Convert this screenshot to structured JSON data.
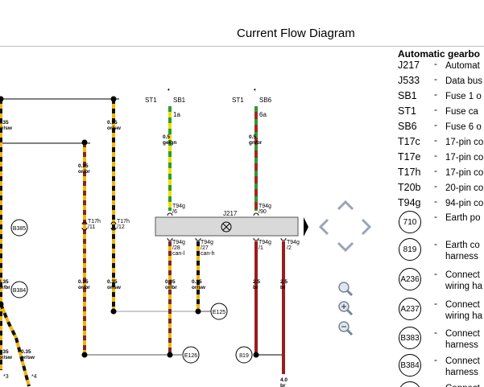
{
  "title": "Current Flow Diagram",
  "diagram": {
    "wires": [
      {
        "size": "0.35",
        "color": "or/sw"
      },
      {
        "size": "0.35",
        "color": "or/br"
      },
      {
        "size": "0.35",
        "color": "or/sw"
      },
      {
        "size": "0.35",
        "color": "or/br"
      },
      {
        "size": "0.35",
        "color": "or/sw"
      },
      {
        "size": "0.5",
        "color": "ge/gn"
      },
      {
        "size": "0.5",
        "color": "gn/br"
      },
      {
        "size": "0.35",
        "color": "or/br"
      },
      {
        "size": "0.35",
        "color": "or/sw"
      },
      {
        "size": "2.5",
        "color": "br"
      },
      {
        "size": "2.5",
        "color": "br"
      },
      {
        "size": "0.35",
        "color": "or/br"
      },
      {
        "size": "0.35",
        "color": "or/sw"
      },
      {
        "size": "0.35",
        "color": "or/sw"
      },
      {
        "size": "4.0",
        "color": "br"
      }
    ],
    "pins": [
      {
        "connector": "T17h",
        "pin": "/11"
      },
      {
        "connector": "T17h",
        "pin": "/12"
      },
      {
        "connector": "T94g",
        "pin": "/6"
      },
      {
        "connector": "T94g",
        "pin": "/90"
      },
      {
        "connector": "T94g",
        "pin": "/28",
        "signal": "can-l"
      },
      {
        "connector": "T94g",
        "pin": "/27",
        "signal": "can-h"
      },
      {
        "connector": "T94g",
        "pin": "/1"
      },
      {
        "connector": "T94g",
        "pin": "/2"
      }
    ],
    "fuses": [
      {
        "st": "ST1",
        "sb": "SB1",
        "terminal": "1a"
      },
      {
        "st": "ST1",
        "sb": "SB6",
        "terminal": "6a"
      }
    ],
    "control_unit": "J217",
    "ref_circles": [
      "B385",
      "B384",
      "E125",
      "E126",
      "819"
    ],
    "continuation_refs": [
      "*3",
      "*4"
    ],
    "dot_label": "•"
  },
  "legend": {
    "title": "Automatic gearbo",
    "items": [
      {
        "code": "J217",
        "desc": "Automat"
      },
      {
        "code": "J533",
        "desc": "Data bus"
      },
      {
        "code": "SB1",
        "desc": "Fuse 1 o"
      },
      {
        "code": "ST1",
        "desc": "Fuse ca"
      },
      {
        "code": "SB6",
        "desc": "Fuse 6 o"
      },
      {
        "code": "T17c",
        "desc": "17-pin co"
      },
      {
        "code": "T17e",
        "desc": "17-pin co"
      },
      {
        "code": "T17h",
        "desc": "17-pin co"
      },
      {
        "code": "T20b",
        "desc": "20-pin co"
      },
      {
        "code": "T94g",
        "desc": "94-pin co"
      }
    ],
    "circle_items": [
      {
        "code": "710",
        "desc": "Earth po"
      },
      {
        "code": "819",
        "desc": "Earth co\nharness"
      },
      {
        "code": "A236",
        "desc": "Connect\nwiring ha"
      },
      {
        "code": "A237",
        "desc": "Connect\nwiring ha"
      },
      {
        "code": "B383",
        "desc": "Connect\nharness"
      },
      {
        "code": "B384",
        "desc": "Connect\nharness"
      },
      {
        "code": "",
        "desc": "Connect"
      }
    ]
  },
  "nav": {
    "icons": [
      "pan-up-icon",
      "pan-down-icon",
      "pan-left-icon",
      "pan-right-icon",
      "zoom-fit-icon",
      "zoom-in-icon",
      "zoom-out-icon"
    ]
  }
}
